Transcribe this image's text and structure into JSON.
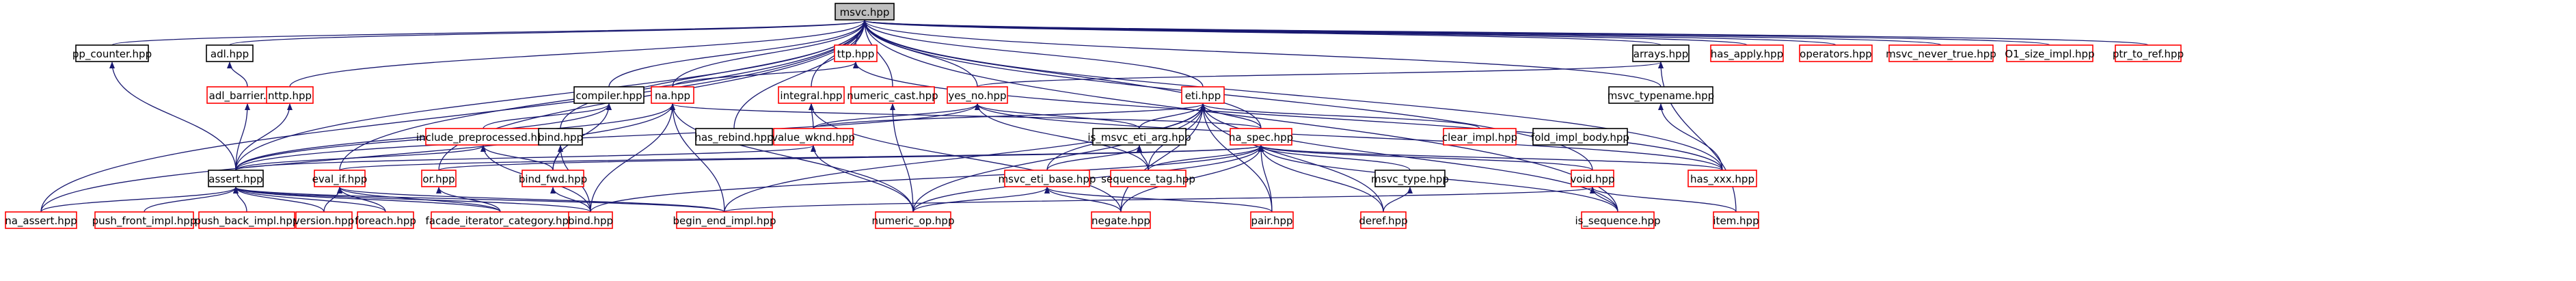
{
  "colors": {
    "root_fill": "#bfbfbf",
    "root_stroke": "#000000",
    "internal_stroke": "#000000",
    "external_stroke": "#ff0000",
    "node_fill": "#ffffff",
    "edge": "#191970"
  },
  "nodes": [
    {
      "id": "msvc",
      "label": "msvc.hpp",
      "kind": "root"
    },
    {
      "id": "pp_counter",
      "label": "pp_counter.hpp",
      "kind": "internal"
    },
    {
      "id": "adl",
      "label": "adl.hpp",
      "kind": "internal"
    },
    {
      "id": "ttp",
      "label": "ttp.hpp",
      "kind": "external"
    },
    {
      "id": "arrays",
      "label": "arrays.hpp",
      "kind": "internal"
    },
    {
      "id": "has_apply",
      "label": "has_apply.hpp",
      "kind": "external"
    },
    {
      "id": "operators",
      "label": "operators.hpp",
      "kind": "external"
    },
    {
      "id": "msvc_never_true",
      "label": "msvc_never_true.hpp",
      "kind": "external"
    },
    {
      "id": "O1_size_impl",
      "label": "O1_size_impl.hpp",
      "kind": "external"
    },
    {
      "id": "ptr_to_ref",
      "label": "ptr_to_ref.hpp",
      "kind": "external"
    },
    {
      "id": "adl_barrier",
      "label": "adl_barrier.hpp",
      "kind": "external"
    },
    {
      "id": "nttp",
      "label": "nttp.hpp",
      "kind": "external"
    },
    {
      "id": "compiler",
      "label": "compiler.hpp",
      "kind": "internal"
    },
    {
      "id": "na",
      "label": "na.hpp",
      "kind": "external"
    },
    {
      "id": "integral",
      "label": "integral.hpp",
      "kind": "external"
    },
    {
      "id": "numeric_cast",
      "label": "numeric_cast.hpp",
      "kind": "external"
    },
    {
      "id": "yes_no",
      "label": "yes_no.hpp",
      "kind": "external"
    },
    {
      "id": "eti",
      "label": "eti.hpp",
      "kind": "external"
    },
    {
      "id": "msvc_typename",
      "label": "msvc_typename.hpp",
      "kind": "internal"
    },
    {
      "id": "include_preprocessed",
      "label": "include_preprocessed.hpp",
      "kind": "external"
    },
    {
      "id": "bind",
      "label": "bind.hpp",
      "kind": "internal"
    },
    {
      "id": "has_rebind",
      "label": "has_rebind.hpp",
      "kind": "internal"
    },
    {
      "id": "value_wknd",
      "label": "value_wknd.hpp",
      "kind": "external"
    },
    {
      "id": "is_msvc_eti_arg",
      "label": "is_msvc_eti_arg.hpp",
      "kind": "internal"
    },
    {
      "id": "clear_impl",
      "label": "clear_impl.hpp",
      "kind": "external"
    },
    {
      "id": "fold_impl_body",
      "label": "fold_impl_body.hpp",
      "kind": "internal"
    },
    {
      "id": "na_spec",
      "label": "na_spec.hpp",
      "kind": "external"
    },
    {
      "id": "assert",
      "label": "assert.hpp",
      "kind": "internal"
    },
    {
      "id": "eval_if",
      "label": "eval_if.hpp",
      "kind": "external"
    },
    {
      "id": "or",
      "label": "or.hpp",
      "kind": "external"
    },
    {
      "id": "bind_fwd",
      "label": "bind_fwd.hpp",
      "kind": "external"
    },
    {
      "id": "msvc_eti_base",
      "label": "msvc_eti_base.hpp",
      "kind": "external"
    },
    {
      "id": "sequence_tag",
      "label": "sequence_tag.hpp",
      "kind": "external"
    },
    {
      "id": "msvc_type",
      "label": "msvc_type.hpp",
      "kind": "internal"
    },
    {
      "id": "void",
      "label": "void.hpp",
      "kind": "external"
    },
    {
      "id": "has_xxx",
      "label": "has_xxx.hpp",
      "kind": "external"
    },
    {
      "id": "na_assert",
      "label": "na_assert.hpp",
      "kind": "external"
    },
    {
      "id": "push_front_impl",
      "label": "push_front_impl.hpp",
      "kind": "external"
    },
    {
      "id": "push_back_impl",
      "label": "push_back_impl.hpp",
      "kind": "external"
    },
    {
      "id": "version",
      "label": "version.hpp",
      "kind": "external"
    },
    {
      "id": "foreach",
      "label": "foreach.hpp",
      "kind": "external"
    },
    {
      "id": "facade_iterator_category",
      "label": "facade_iterator_category.hpp",
      "kind": "external"
    },
    {
      "id": "bind_leaf",
      "label": "bind.hpp",
      "kind": "external"
    },
    {
      "id": "begin_end_impl",
      "label": "begin_end_impl.hpp",
      "kind": "external"
    },
    {
      "id": "numeric_op",
      "label": "numeric_op.hpp",
      "kind": "external"
    },
    {
      "id": "negate",
      "label": "negate.hpp",
      "kind": "external"
    },
    {
      "id": "pair",
      "label": "pair.hpp",
      "kind": "external"
    },
    {
      "id": "deref",
      "label": "deref.hpp",
      "kind": "external"
    },
    {
      "id": "is_sequence",
      "label": "is_sequence.hpp",
      "kind": "external"
    },
    {
      "id": "item",
      "label": "item.hpp",
      "kind": "external"
    }
  ],
  "edges": [
    [
      "pp_counter",
      "msvc"
    ],
    [
      "adl",
      "msvc"
    ],
    [
      "ttp",
      "msvc"
    ],
    [
      "arrays",
      "msvc"
    ],
    [
      "has_apply",
      "msvc"
    ],
    [
      "operators",
      "msvc"
    ],
    [
      "msvc_never_true",
      "msvc"
    ],
    [
      "O1_size_impl",
      "msvc"
    ],
    [
      "ptr_to_ref",
      "msvc"
    ],
    [
      "nttp",
      "msvc"
    ],
    [
      "compiler",
      "msvc"
    ],
    [
      "na",
      "msvc"
    ],
    [
      "integral",
      "msvc"
    ],
    [
      "numeric_cast",
      "msvc"
    ],
    [
      "yes_no",
      "msvc"
    ],
    [
      "eti",
      "msvc"
    ],
    [
      "msvc_typename",
      "msvc"
    ],
    [
      "bind",
      "msvc"
    ],
    [
      "has_rebind",
      "msvc"
    ],
    [
      "na_spec",
      "msvc"
    ],
    [
      "assert",
      "msvc"
    ],
    [
      "eval_if",
      "msvc"
    ],
    [
      "or",
      "msvc"
    ],
    [
      "void",
      "msvc"
    ],
    [
      "has_xxx",
      "msvc"
    ],
    [
      "na_assert",
      "msvc"
    ],
    [
      "is_sequence",
      "msvc"
    ],
    [
      "adl_barrier",
      "adl"
    ],
    [
      "na",
      "ttp"
    ],
    [
      "has_xxx",
      "ttp"
    ],
    [
      "yes_no",
      "arrays"
    ],
    [
      "item",
      "arrays"
    ],
    [
      "assert",
      "pp_counter"
    ],
    [
      "assert",
      "adl_barrier"
    ],
    [
      "assert",
      "nttp"
    ],
    [
      "include_preprocessed",
      "compiler"
    ],
    [
      "assert",
      "compiler"
    ],
    [
      "bind_fwd",
      "compiler"
    ],
    [
      "na_spec",
      "na"
    ],
    [
      "assert",
      "na"
    ],
    [
      "na_assert",
      "na"
    ],
    [
      "bind_leaf",
      "na"
    ],
    [
      "begin_end_impl",
      "na"
    ],
    [
      "numeric_op",
      "na"
    ],
    [
      "value_wknd",
      "integral"
    ],
    [
      "negate",
      "integral"
    ],
    [
      "numeric_op",
      "numeric_cast"
    ],
    [
      "assert",
      "yes_no"
    ],
    [
      "value_wknd",
      "yes_no"
    ],
    [
      "is_msvc_eti_arg",
      "yes_no"
    ],
    [
      "has_xxx",
      "yes_no"
    ],
    [
      "sequence_tag",
      "yes_no"
    ],
    [
      "value_wknd",
      "eti"
    ],
    [
      "is_msvc_eti_arg",
      "eti"
    ],
    [
      "clear_impl",
      "eti"
    ],
    [
      "na_spec",
      "eti"
    ],
    [
      "msvc_eti_base",
      "eti"
    ],
    [
      "sequence_tag",
      "eti"
    ],
    [
      "numeric_op",
      "eti"
    ],
    [
      "negate",
      "eti"
    ],
    [
      "pair",
      "eti"
    ],
    [
      "deref",
      "eti"
    ],
    [
      "begin_end_impl",
      "eti"
    ],
    [
      "is_sequence",
      "eti"
    ],
    [
      "has_xxx",
      "msvc_typename"
    ],
    [
      "assert",
      "include_preprocessed"
    ],
    [
      "bind_fwd",
      "include_preprocessed"
    ],
    [
      "bind_leaf",
      "include_preprocessed"
    ],
    [
      "bind_fwd",
      "bind"
    ],
    [
      "bind_leaf",
      "bind"
    ],
    [
      "assert",
      "value_wknd"
    ],
    [
      "numeric_op",
      "value_wknd"
    ],
    [
      "msvc_eti_base",
      "is_msvc_eti_arg"
    ],
    [
      "sequence_tag",
      "is_msvc_eti_arg"
    ],
    [
      "or",
      "na_spec"
    ],
    [
      "eval_if",
      "na_spec"
    ],
    [
      "msvc_type",
      "na_spec"
    ],
    [
      "void",
      "na_spec"
    ],
    [
      "has_xxx",
      "na_spec"
    ],
    [
      "sequence_tag",
      "na_spec"
    ],
    [
      "negate",
      "na_spec"
    ],
    [
      "pair",
      "na_spec"
    ],
    [
      "numeric_op",
      "na_spec"
    ],
    [
      "is_sequence",
      "na_spec"
    ],
    [
      "deref",
      "na_spec"
    ],
    [
      "bind_leaf",
      "na_spec"
    ],
    [
      "na_assert",
      "assert"
    ],
    [
      "push_front_impl",
      "assert"
    ],
    [
      "push_back_impl",
      "assert"
    ],
    [
      "version",
      "assert"
    ],
    [
      "foreach",
      "assert"
    ],
    [
      "facade_iterator_category",
      "assert"
    ],
    [
      "bind_leaf",
      "assert"
    ],
    [
      "begin_end_impl",
      "assert"
    ],
    [
      "version",
      "eval_if"
    ],
    [
      "foreach",
      "eval_if"
    ],
    [
      "facade_iterator_category",
      "eval_if"
    ],
    [
      "begin_end_impl",
      "eval_if"
    ],
    [
      "facade_iterator_category",
      "or"
    ],
    [
      "bind_leaf",
      "bind_fwd"
    ],
    [
      "numeric_op",
      "msvc_eti_base"
    ],
    [
      "negate",
      "msvc_eti_base"
    ],
    [
      "pair",
      "msvc_eti_base"
    ],
    [
      "deref",
      "msvc_type"
    ],
    [
      "begin_end_impl",
      "void"
    ],
    [
      "is_sequence",
      "void"
    ],
    [
      "item",
      "void"
    ]
  ]
}
